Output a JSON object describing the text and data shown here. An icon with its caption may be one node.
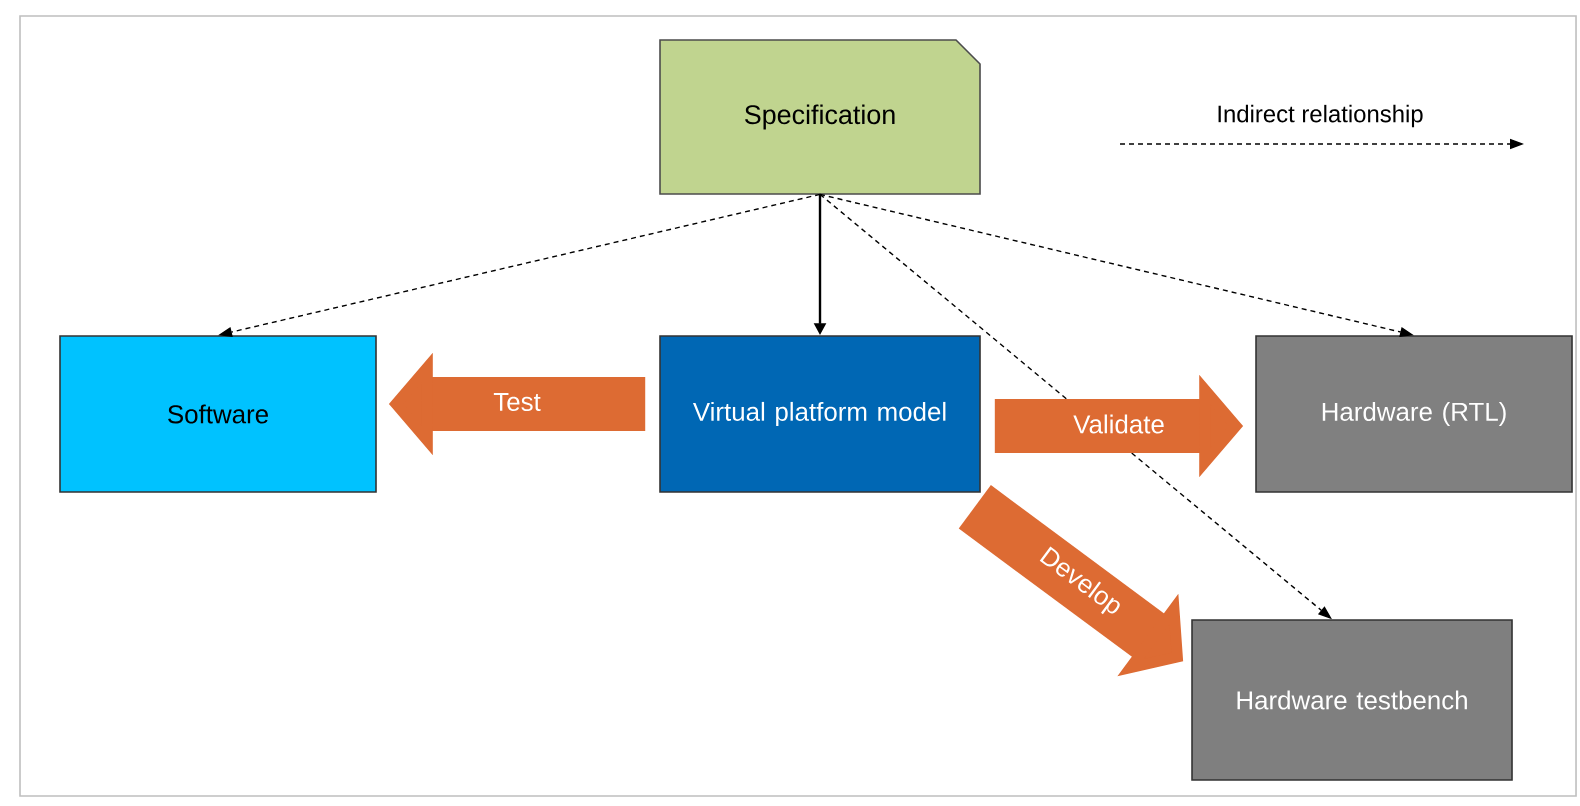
{
  "diagram": {
    "nodes": [
      {
        "text": [
          "Specification"
        ]
      },
      {
        "text": [
          "Software"
        ]
      },
      {
        "text": [
          "Virtual platform model"
        ]
      },
      {
        "text": [
          "Hardware (RTL)"
        ]
      },
      {
        "text": [
          "Hardware testbench"
        ]
      }
    ],
    "edges": [
      {
        "from": 0,
        "to": 2,
        "arrow": "to"
      },
      {
        "from": 0,
        "to": 1,
        "arrow": "to",
        "style": "dashed"
      },
      {
        "from": 0,
        "to": 3,
        "arrow": "to",
        "style": "dashed"
      },
      {
        "from": 0,
        "to": 4,
        "arrow": "to",
        "style": "dashed"
      },
      {
        "from": 2,
        "to": 1,
        "arrow": "to",
        "label": "Test",
        "style": "thick",
        "color": "#dd6b33"
      },
      {
        "from": 2,
        "to": 3,
        "arrow": "to",
        "label": "Validate",
        "style": "thick",
        "color": "#dd6b33"
      },
      {
        "from": 2,
        "to": 4,
        "arrow": "to",
        "label": "Develop",
        "style": "thick",
        "color": "#dd6b33"
      }
    ],
    "legend": [
      {
        "text": "Indirect relationship"
      }
    ]
  }
}
